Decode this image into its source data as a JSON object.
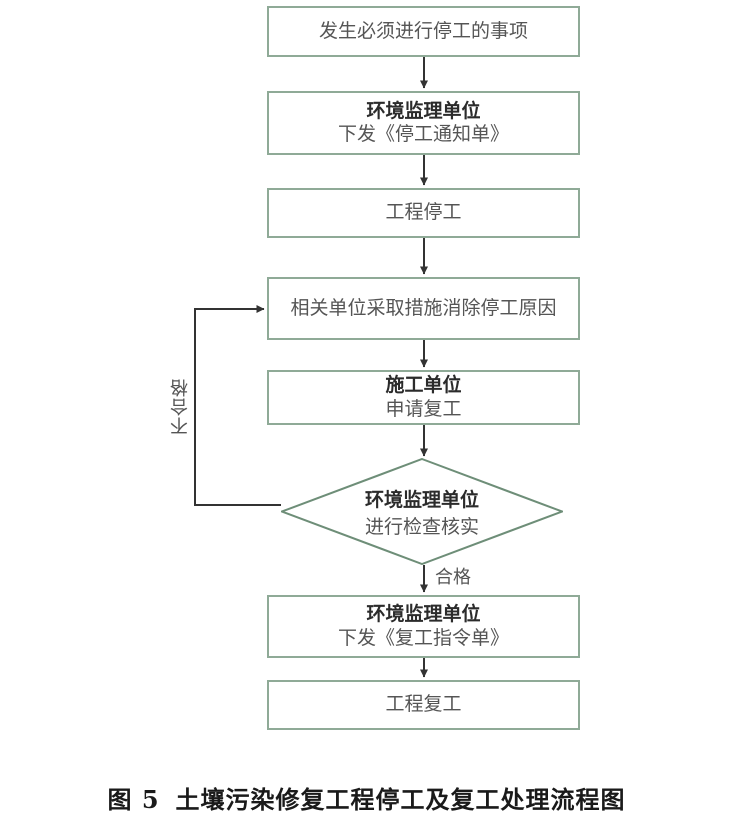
{
  "figure": {
    "caption_label": "图 5",
    "caption_text": "土壤污染修复工程停工及复工处理流程图"
  },
  "style": {
    "shape_border_color": "#8FAA97",
    "connector_color": "#404040",
    "text_color": "#555555",
    "bold_text_color": "#2b2b2b",
    "background": "#ffffff"
  },
  "chart_data": {
    "type": "diagram",
    "title": "土壤污染修复工程停工及复工处理流程图",
    "nodes": [
      {
        "id": "n1",
        "shape": "process",
        "lines": [
          "发生必须进行停工的事项"
        ],
        "bold": [
          false
        ]
      },
      {
        "id": "n2",
        "shape": "process",
        "lines": [
          "环境监理单位",
          "下发《停工通知单》"
        ],
        "bold": [
          true,
          false
        ]
      },
      {
        "id": "n3",
        "shape": "process",
        "lines": [
          "工程停工"
        ],
        "bold": [
          false
        ]
      },
      {
        "id": "n4",
        "shape": "process",
        "lines": [
          "相关单位采取措施消除停工原因"
        ],
        "bold": [
          false
        ]
      },
      {
        "id": "n5",
        "shape": "process",
        "lines": [
          "施工单位",
          "申请复工"
        ],
        "bold": [
          true,
          false
        ]
      },
      {
        "id": "n6",
        "shape": "decision",
        "lines": [
          "环境监理单位",
          "进行检查核实"
        ],
        "bold": [
          true,
          false
        ]
      },
      {
        "id": "n7",
        "shape": "process",
        "lines": [
          "环境监理单位",
          "下发《复工指令单》"
        ],
        "bold": [
          true,
          false
        ]
      },
      {
        "id": "n8",
        "shape": "process",
        "lines": [
          "工程复工"
        ],
        "bold": [
          false
        ]
      }
    ],
    "edges": [
      {
        "from": "n1",
        "to": "n2",
        "label": ""
      },
      {
        "from": "n2",
        "to": "n3",
        "label": ""
      },
      {
        "from": "n3",
        "to": "n4",
        "label": ""
      },
      {
        "from": "n4",
        "to": "n5",
        "label": ""
      },
      {
        "from": "n5",
        "to": "n6",
        "label": ""
      },
      {
        "from": "n6",
        "to": "n7",
        "label": "合格"
      },
      {
        "from": "n6",
        "to": "n4",
        "label": "不合格"
      },
      {
        "from": "n7",
        "to": "n8",
        "label": ""
      }
    ]
  },
  "labels": {
    "pass": "合格",
    "fail": "不合格"
  },
  "nodes": {
    "n1": {
      "l1": "发生必须进行停工的事项"
    },
    "n2": {
      "l1": "环境监理单位",
      "l2": "下发《停工通知单》"
    },
    "n3": {
      "l1": "工程停工"
    },
    "n4": {
      "l1": "相关单位采取措施消除停工原因"
    },
    "n5": {
      "l1": "施工单位",
      "l2": "申请复工"
    },
    "n6": {
      "l1": "环境监理单位",
      "l2": "进行检查核实"
    },
    "n7": {
      "l1": "环境监理单位",
      "l2": "下发《复工指令单》"
    },
    "n8": {
      "l1": "工程复工"
    }
  }
}
